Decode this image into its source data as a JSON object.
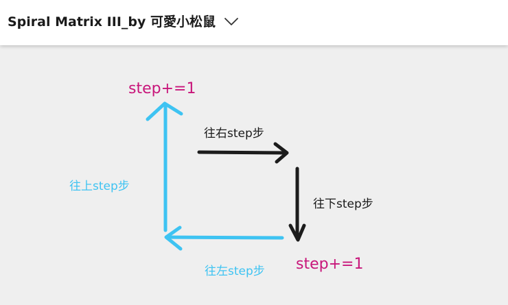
{
  "header": {
    "title": "Spiral Matrix III_by 可愛小松鼠",
    "expand_icon": "chevron-down-icon"
  },
  "diagram": {
    "labels": {
      "step_increment_top": "step+=1",
      "move_right": "往右step步",
      "move_down": "往下step步",
      "move_up": "往上step步",
      "move_left": "往左step步",
      "step_increment_bottom": "step+=1"
    },
    "colors": {
      "increment_text": "#c8157a",
      "dark_arrow": "#1c1c1c",
      "blue_arrow": "#3ec3f2",
      "dark_text": "#1a1a1a",
      "blue_text": "#3ec3f2"
    }
  }
}
